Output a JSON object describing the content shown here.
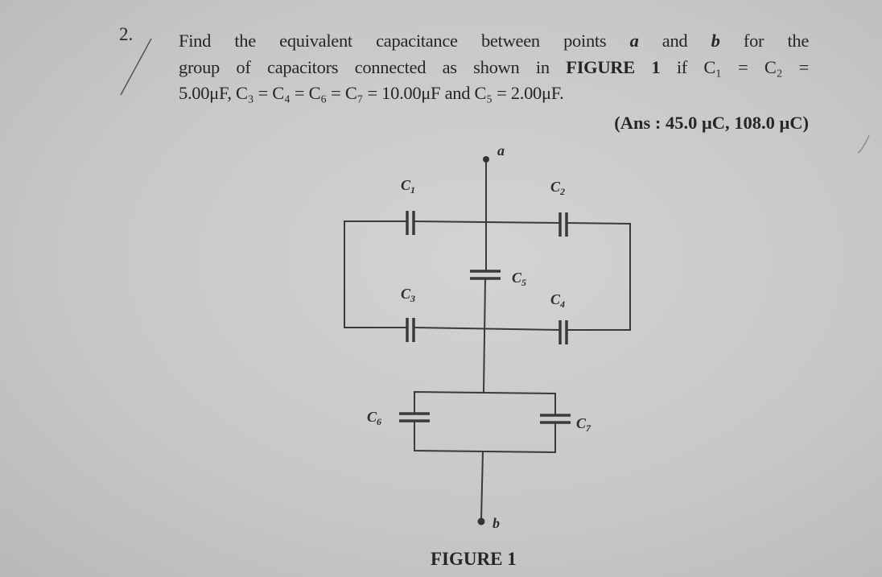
{
  "question": {
    "number": "2.",
    "line1_a": "Find the equivalent capacitance between points",
    "point_a": "a",
    "line1_and": "and",
    "point_b": "b",
    "line1_b": "for the",
    "line2_a": "group of capacitors connected as shown in",
    "line2_fig": "FIGURE 1",
    "line2_b": "if C₁ = C₂ =",
    "line3": "5.00μF, C₃ = C₄ = C₆ = C₇ = 10.00μF and C₅ = 2.00μF.",
    "answer": "(Ans : 45.0 μC, 108.0 μC)"
  },
  "figure": {
    "caption": "FIGURE 1",
    "labels": {
      "a": "a",
      "b": "b",
      "c1": "C1",
      "c2": "C2",
      "c3": "C3",
      "c4": "C4",
      "c5": "C5",
      "c6": "C6",
      "c7": "C7"
    }
  }
}
